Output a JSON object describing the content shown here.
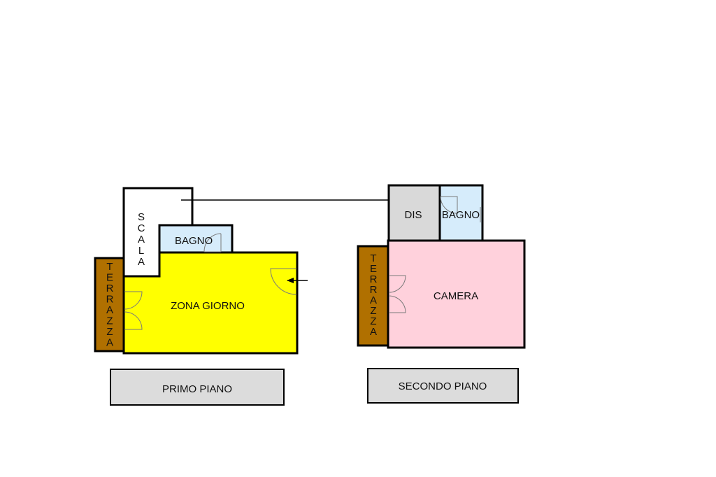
{
  "floors": {
    "first": {
      "label": "PRIMO PIANO",
      "rooms": {
        "scala": "SCALA",
        "bagno": "BAGNO",
        "zona_giorno": "ZONA GIORNO",
        "terrazza": "TERRAZZA"
      }
    },
    "second": {
      "label": "SECONDO PIANO",
      "rooms": {
        "dis": "DIS",
        "bagno": "BAGNO",
        "camera": "CAMERA",
        "terrazza": "TERRAZZA"
      }
    }
  },
  "colors": {
    "zona_giorno": "#ffff00",
    "bagno": "#d6ecfb",
    "terrazza": "#b07000",
    "camera": "#ffd1dc",
    "dis": "#d9d9d9",
    "floor_label": "#dcdcdc",
    "scala": "#ffffff"
  }
}
